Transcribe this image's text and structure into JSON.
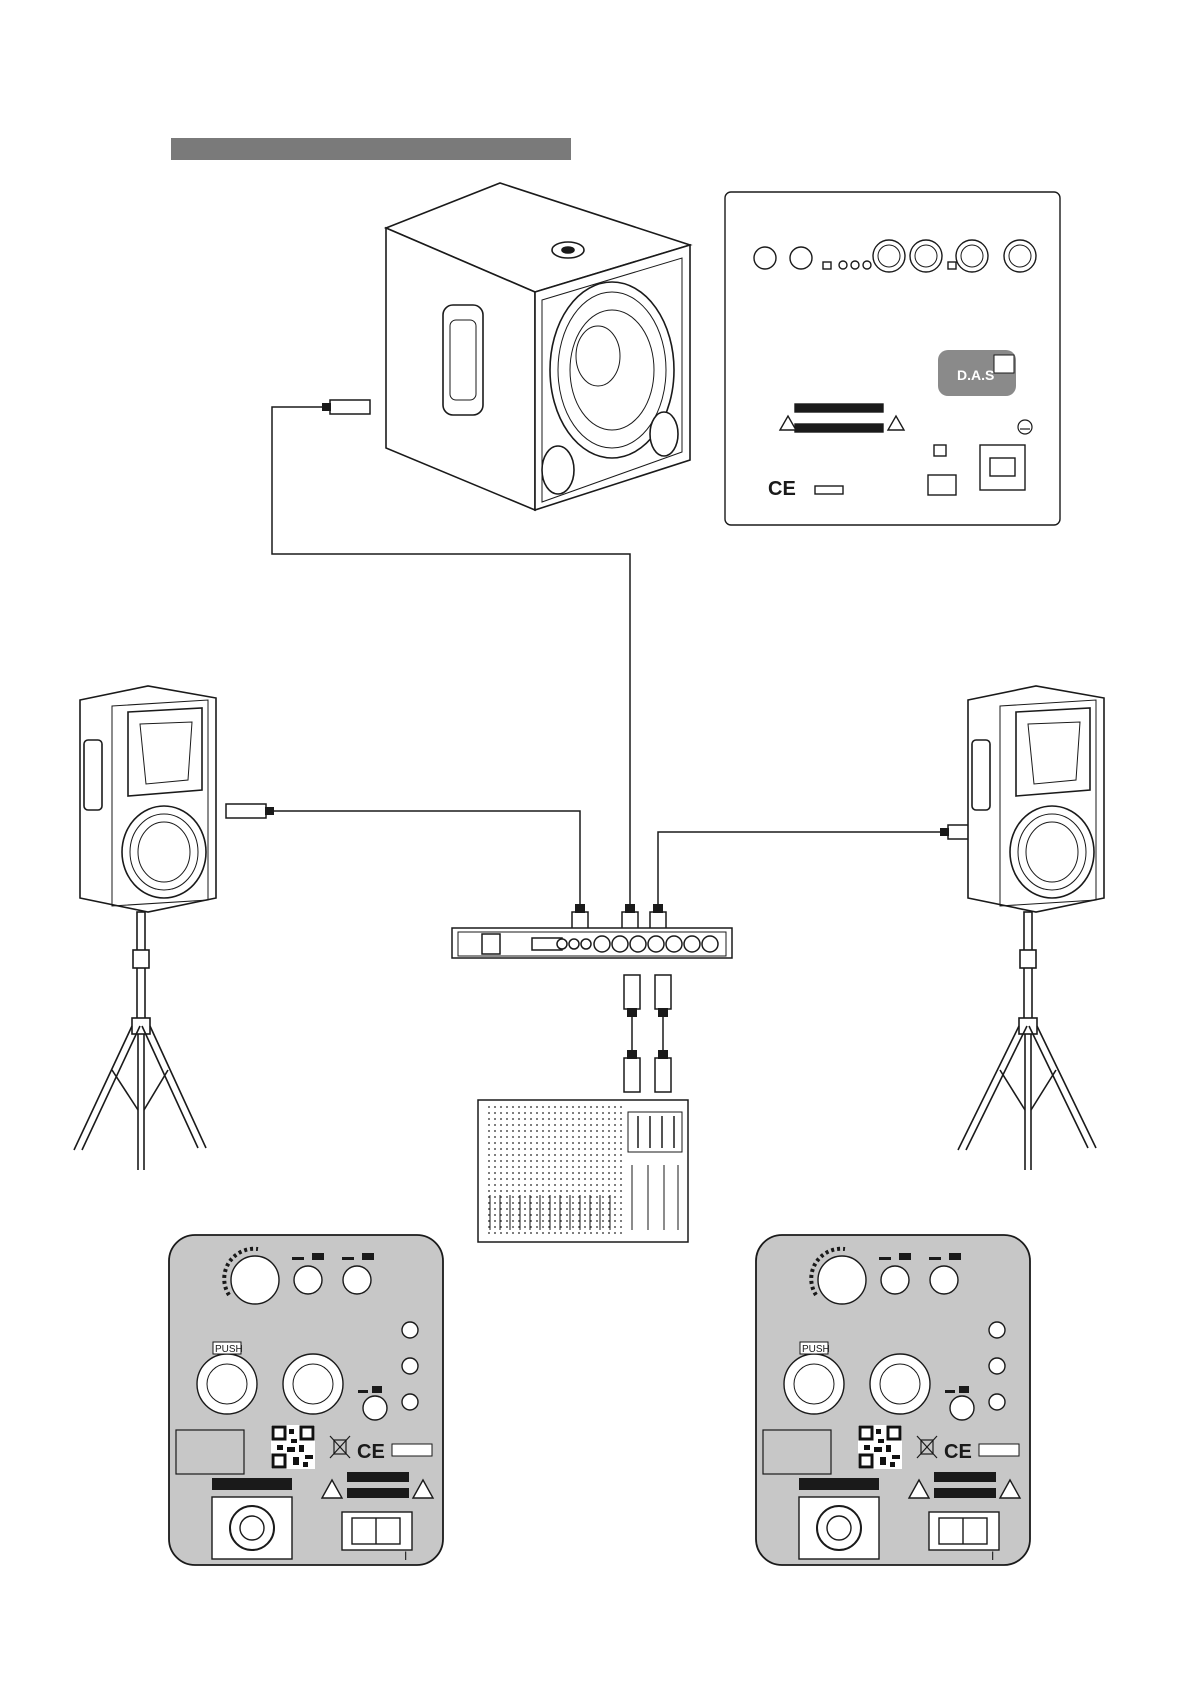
{
  "header": {
    "title": ""
  },
  "colors": {
    "line": "#1a1a1a",
    "panel_fill": "#c7c7c7",
    "header_bar": "#7a7a7a",
    "das_badge": "#8a8a8a",
    "white": "#ffffff"
  },
  "subwoofer_panel": {
    "brand": "D.A.S",
    "certification": "CE"
  },
  "speaker_panel": {
    "connector_label": "PUSH",
    "certification": "CE",
    "switch_mark": "I"
  },
  "icons": [
    "warning-icon",
    "lightning-warning-icon",
    "ground-icon",
    "weee-bin-icon",
    "qr-code-icon"
  ]
}
